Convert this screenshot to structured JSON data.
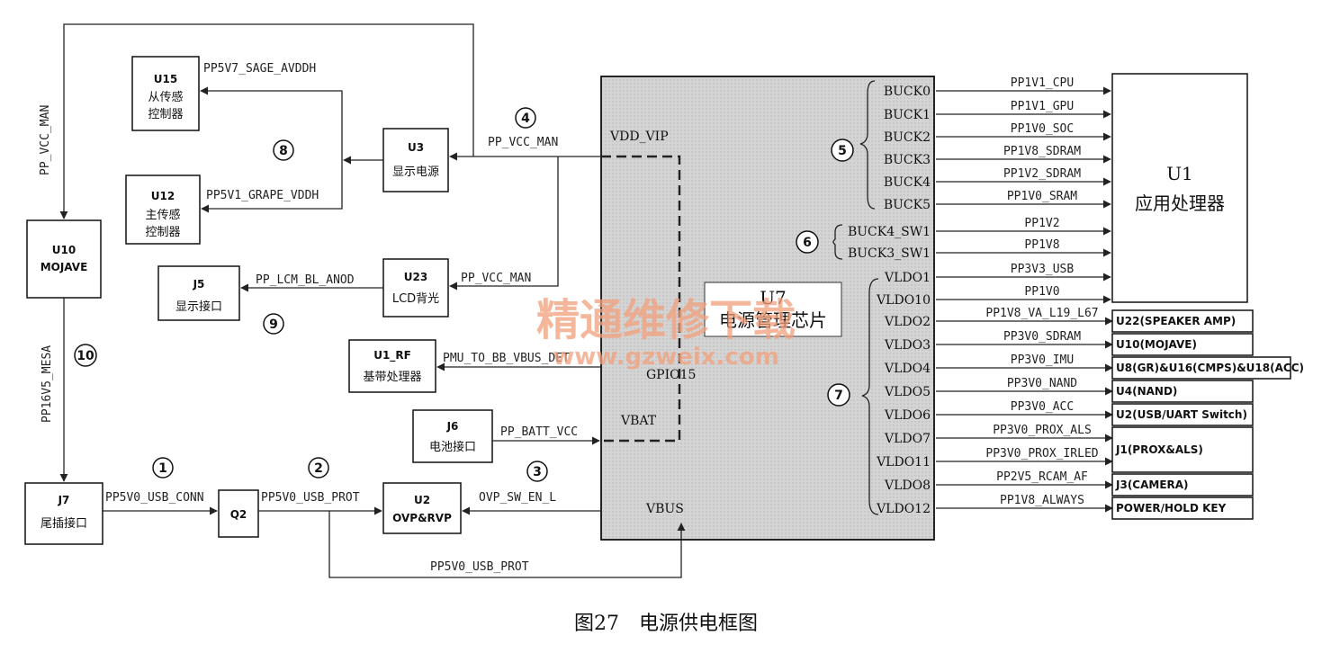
{
  "caption": "图27　电源供电框图",
  "watermark": {
    "cn": "精通维修下载",
    "url": "www.gzweix.com"
  },
  "pmic": {
    "title": "U7",
    "subtitle": "电源管理芯片",
    "pins_left": {
      "vdd_vip": "VDD_VIP",
      "gpio15": "GPIO15",
      "vbat": "VBAT",
      "vbus": "VBUS"
    }
  },
  "app_processor": {
    "title": "U1",
    "subtitle": "应用处理器"
  },
  "rails": [
    {
      "pin": "BUCK0",
      "net": "PP1V1_CPU",
      "target": "U1"
    },
    {
      "pin": "BUCK1",
      "net": "PP1V1_GPU",
      "target": "U1"
    },
    {
      "pin": "BUCK2",
      "net": "PP1V0_SOC",
      "target": "U1"
    },
    {
      "pin": "BUCK3",
      "net": "PP1V8_SDRAM",
      "target": "U1"
    },
    {
      "pin": "BUCK4",
      "net": "PP1V2_SDRAM",
      "target": "U1"
    },
    {
      "pin": "BUCK5",
      "net": "PP1V0_SRAM",
      "target": "U1"
    },
    {
      "pin": "BUCK4_SW1",
      "net": "PP1V2",
      "target": "U1"
    },
    {
      "pin": "BUCK3_SW1",
      "net": "PP1V8",
      "target": "U1"
    },
    {
      "pin": "VLDO1",
      "net": "PP3V3_USB",
      "target": "U1"
    },
    {
      "pin": "VLDO10",
      "net": "PP1V0",
      "target": "U1"
    },
    {
      "pin": "VLDO2",
      "net": "PP1V8_VA_L19_L67",
      "target": "U22(SPEAKER AMP)"
    },
    {
      "pin": "VLDO3",
      "net": "PP3V0_SDRAM",
      "target": "U10(MOJAVE)"
    },
    {
      "pin": "VLDO4",
      "net": "PP3V0_IMU",
      "target": "U8(GR)&U16(CMPS)&U18(ACC)"
    },
    {
      "pin": "VLDO5",
      "net": "PP3V0_NAND",
      "target": "U4(NAND)"
    },
    {
      "pin": "VLDO6",
      "net": "PP3V0_ACC",
      "target": "U2(USB/UART Switch)"
    },
    {
      "pin": "VLDO7",
      "net": "PP3V0_PROX_ALS",
      "target": "J1(PROX&ALS)"
    },
    {
      "pin": "VLDO11",
      "net": "PP3V0_PROX_IRLED",
      "target": "J1(PROX&ALS)"
    },
    {
      "pin": "VLDO8",
      "net": "PP2V5_RCAM_AF",
      "target": "J3(CAMERA)"
    },
    {
      "pin": "VLDO12",
      "net": "PP1V8_ALWAYS",
      "target": "POWER/HOLD KEY"
    }
  ],
  "blocks": {
    "u15": {
      "title": "U15",
      "line1": "从传感",
      "line2": "控制器"
    },
    "u12": {
      "title": "U12",
      "line1": "主传感",
      "line2": "控制器"
    },
    "u3": {
      "title": "U3",
      "subtitle": "显示电源"
    },
    "u10": {
      "title": "U10",
      "subtitle": "MOJAVE"
    },
    "j5": {
      "title": "J5",
      "subtitle": "显示接口"
    },
    "u23": {
      "title": "U23",
      "subtitle": "LCD背光"
    },
    "u1rf": {
      "title": "U1_RF",
      "subtitle": "基带处理器"
    },
    "j6": {
      "title": "J6",
      "subtitle": "电池接口"
    },
    "j7": {
      "title": "J7",
      "subtitle": "尾插接口"
    },
    "q2": {
      "title": "Q2"
    },
    "u2": {
      "title": "U2",
      "subtitle": "OVP&RVP"
    }
  },
  "nets": {
    "pp5v7": "PP5V7_SAGE_AVDDH",
    "pp5v1": "PP5V1_GRAPE_VDDH",
    "pp_vcc_man_v": "PP_VCC_MAN",
    "pp_vcc_man_u3": "PP_VCC_MAN",
    "pp_vcc_man_u23": "PP_VCC_MAN",
    "pp_lcm": "PP_LCM_BL_ANOD",
    "pmu_bb": "PMU_TO_BB_VBUS_DET",
    "pp_batt": "PP_BATT_VCC",
    "pp16v5": "PP16V5_MESA",
    "pp5v0_conn": "PP5V0_USB_CONN",
    "pp5v0_prot": "PP5V0_USB_PROT",
    "ovp_sw": "OVP_SW_EN_L",
    "pp5v0_prot_bottom": "PP5V0_USB_PROT"
  },
  "markers": [
    "1",
    "2",
    "3",
    "4",
    "5",
    "6",
    "7",
    "8",
    "9",
    "10"
  ]
}
